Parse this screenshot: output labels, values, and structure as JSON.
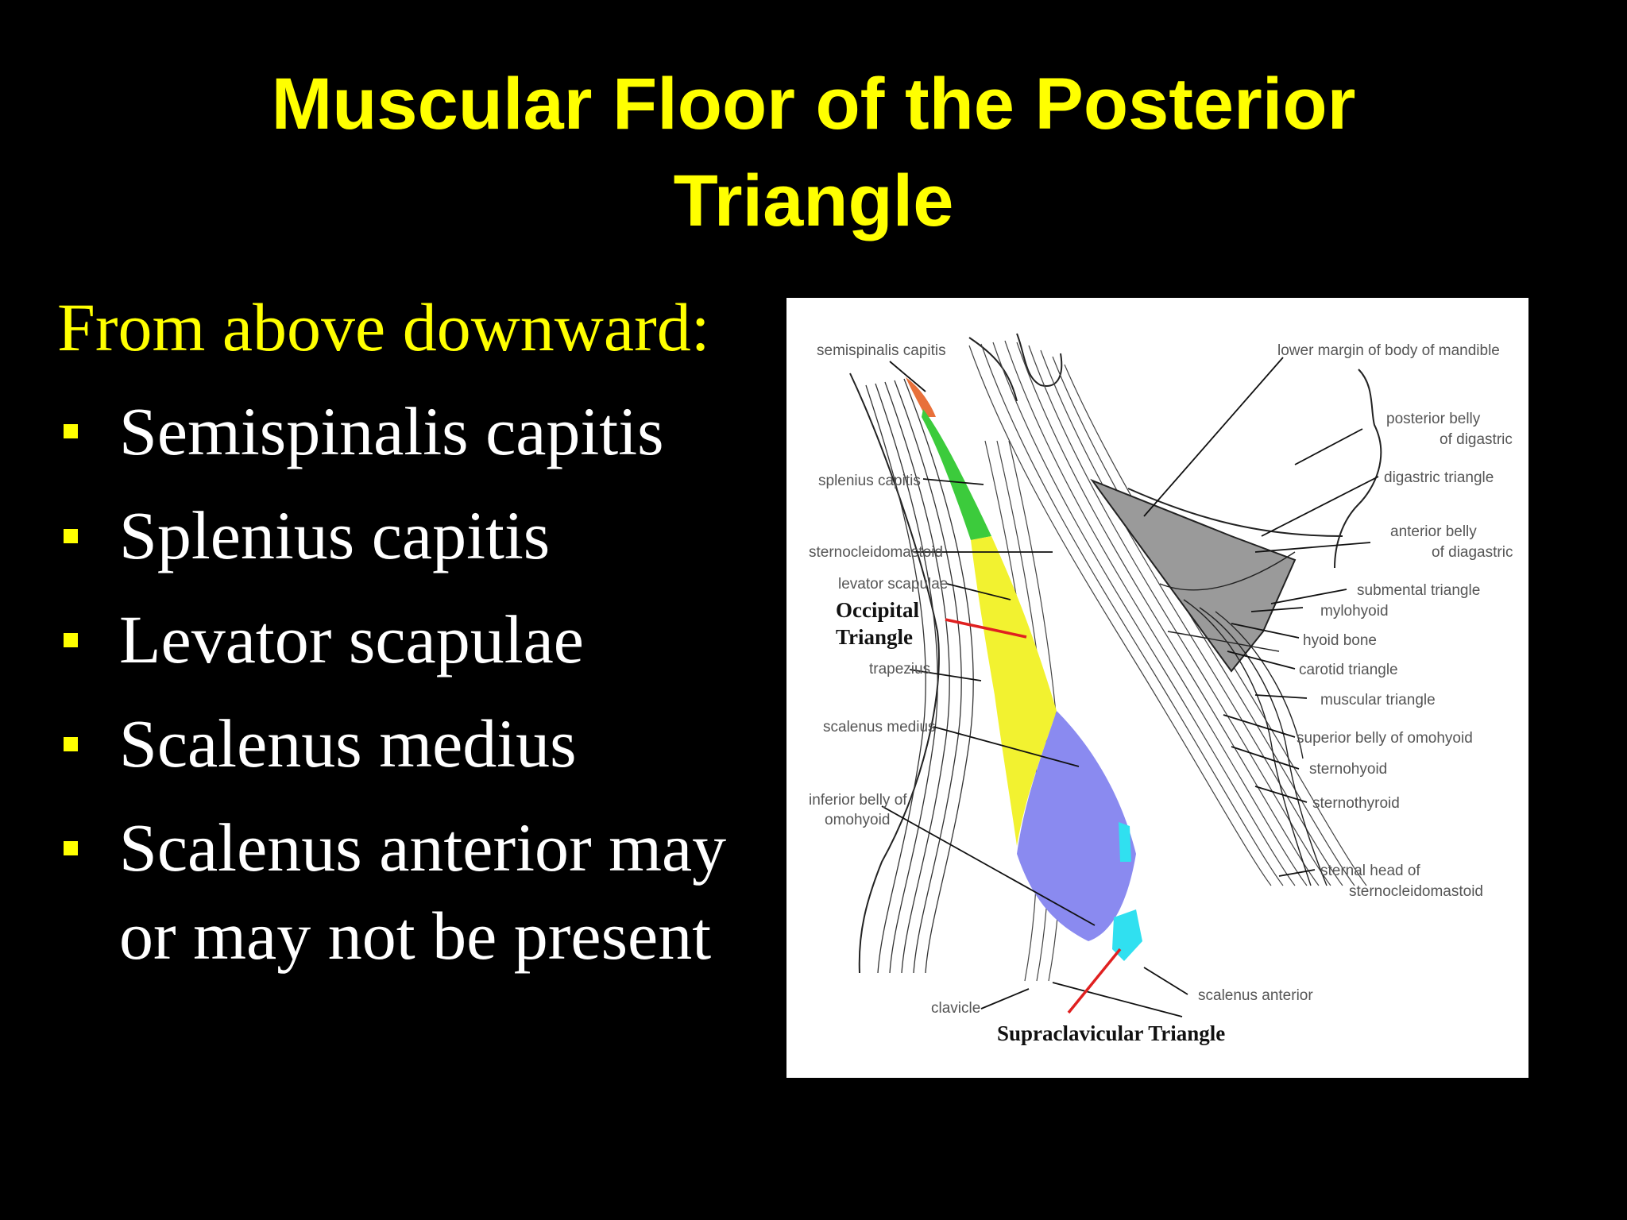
{
  "title": {
    "line1": "Muscular Floor of the Posterior",
    "line2": "Triangle"
  },
  "intro": "From above downward:",
  "bullets": [
    "Semispinalis capitis",
    "Splenius capitis",
    "Levator scapulae",
    "Scalenus medius",
    "Scalenus anterior may",
    "or may not be present"
  ],
  "colors": {
    "background": "#000000",
    "title": "#FFFF00",
    "bullet_marker": "#FFFF00",
    "body_text": "#FFFFFF",
    "semispinalis": "#E8703A",
    "splenius": "#3CCB3C",
    "levator": "#F2F230",
    "scalenus_medius": "#8A8AF0",
    "scalenus_anterior": "#30E0F0",
    "pointer_red": "#E02020"
  },
  "diagram": {
    "labels": {
      "semispinalis_capitis": "semispinalis capitis",
      "lower_margin_mandible": "lower margin of body of mandible",
      "posterior_belly_1": "posterior belly",
      "posterior_belly_2": "of digastric",
      "splenius_capitis": "splenius capitis",
      "digastric_triangle": "digastric triangle",
      "anterior_belly_1": "anterior belly",
      "anterior_belly_2": "of diagastric",
      "sternocleidomastoid": "sternocleidomastoid",
      "levator_scapulae": "levator scapulae",
      "submental_triangle": "submental triangle",
      "mylohyoid": "mylohyoid",
      "occipital_1": "Occipital",
      "occipital_2": "Triangle",
      "hyoid_bone": "hyoid bone",
      "trapezius": "trapezius",
      "carotid_triangle": "carotid triangle",
      "muscular_triangle": "muscular triangle",
      "scalenus_medius": "scalenus medius",
      "superior_belly_omohyoid": "superior belly of omohyoid",
      "sternohyoid": "sternohyoid",
      "inferior_belly_1": "inferior belly of",
      "inferior_belly_2": "omohyoid",
      "sternothyroid": "sternothyroid",
      "sternal_head_1": "sternal head of",
      "sternal_head_2": "sternocleidomastoid",
      "scalenus_anterior": "scalenus anterior",
      "clavicle": "clavicle",
      "supraclavicular": "Supraclavicular Triangle"
    }
  }
}
